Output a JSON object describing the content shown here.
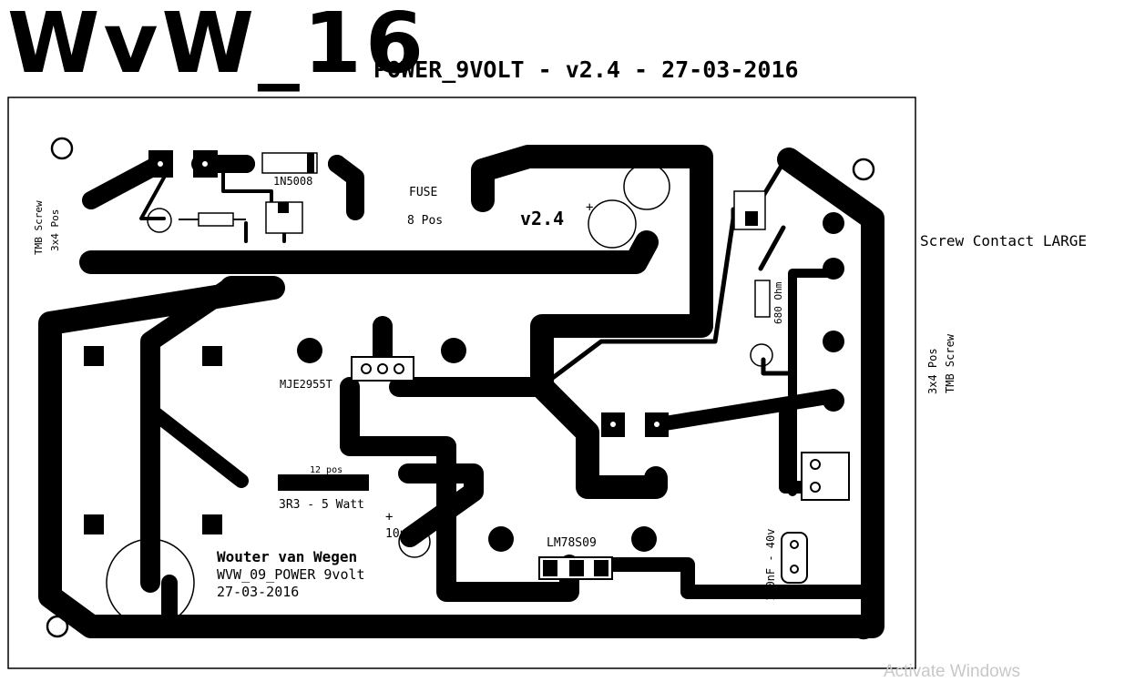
{
  "header": {
    "big_title": "WvW_16",
    "subtitle": "POWER_9VOLT - v2.4 - 27-03-2016"
  },
  "board_labels": {
    "diode": "1N5008",
    "fuse": "FUSE",
    "fuse_pos": "8 Pos",
    "version": "v2.4",
    "tmb_left_1": "TMB Screw",
    "tmb_left_2": "3x4 Pos",
    "resistor_680": "680 Ohm",
    "transistor": "MJE2955T",
    "res_pos": "12 pos",
    "resistor_3r3": "3R3 - 5 Watt",
    "cap_10u": "10uF",
    "plus_1": "+",
    "plus_2": "+",
    "regulator": "LM78S09",
    "cap_100n": "100nF - 40v",
    "author": "Wouter van Wegen",
    "project": "WVW_09_POWER 9volt",
    "date": "27-03-2016"
  },
  "side_labels": {
    "screw_contact": "Screw Contact LARGE",
    "tmb_right_1": "3x4 Pos",
    "tmb_right_2": "TMB Screw"
  },
  "watermark": "Activate Windows",
  "colors": {
    "trace": "#000000",
    "background": "#ffffff"
  }
}
